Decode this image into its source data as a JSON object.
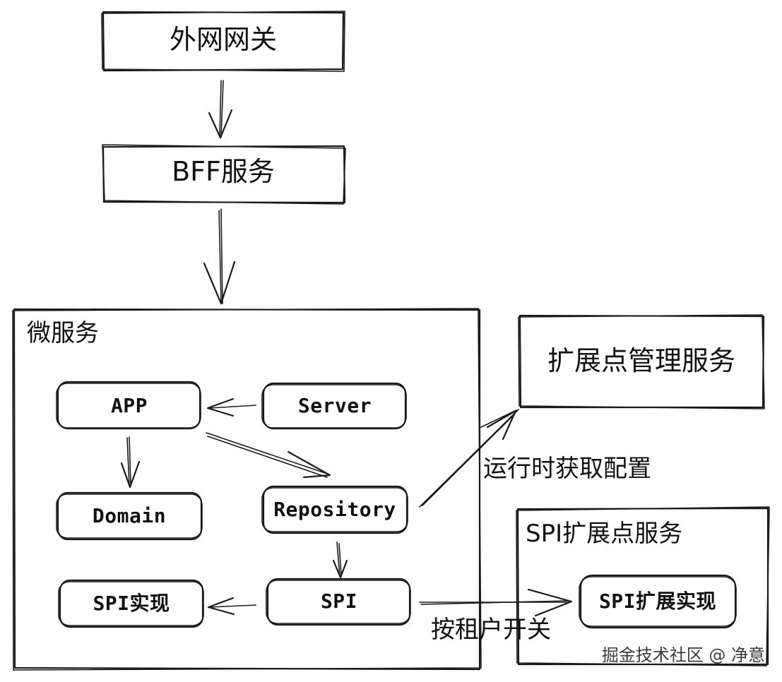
{
  "nodes": {
    "gateway": "外网网关",
    "bff": "BFF服务",
    "microservice": "微服务",
    "app": "APP",
    "server": "Server",
    "domain": "Domain",
    "repository": "Repository",
    "spi_impl": "SPI实现",
    "spi": "SPI",
    "ext_mgmt": "扩展点管理服务",
    "spi_ext_service": "SPI扩展点服务",
    "spi_ext_impl": "SPI扩展实现"
  },
  "edges": {
    "runtime_config": "运行时获取配置",
    "tenant_switch": "按租户开关"
  },
  "watermark": "掘金技术社区 @ 净意"
}
